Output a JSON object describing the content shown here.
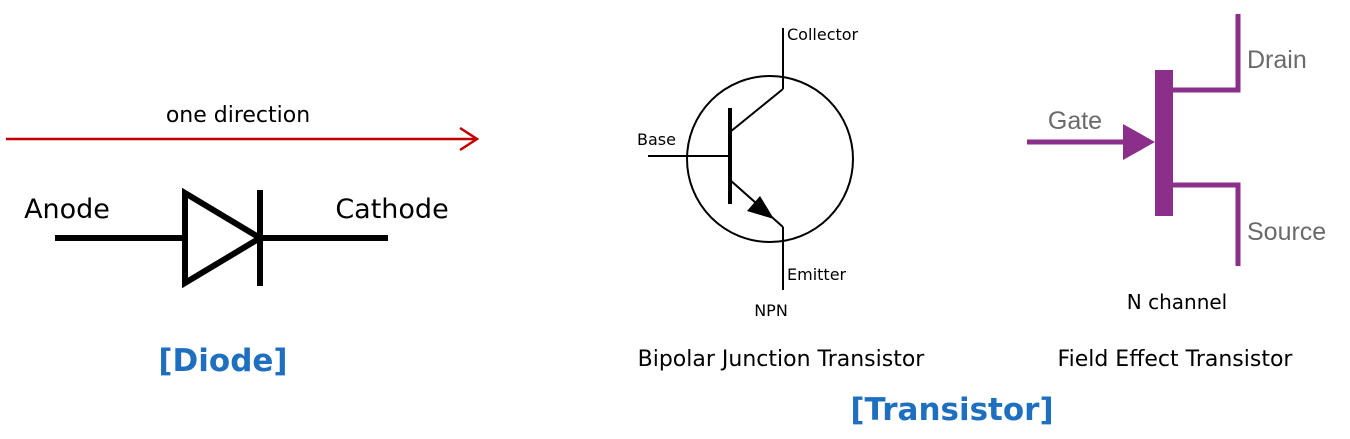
{
  "colors": {
    "arrow": "#c00000",
    "heading": "#1f6fc0",
    "fet": "#8b2f8b",
    "fet_text": "#6a6a6a",
    "line": "#000000"
  },
  "diode": {
    "direction_label": "one direction",
    "anode_label": "Anode",
    "cathode_label": "Cathode",
    "heading": "[Diode]"
  },
  "bjt": {
    "collector_label": "Collector",
    "base_label": "Base",
    "emitter_label": "Emitter",
    "type_label": "NPN",
    "caption": "Bipolar Junction Transistor"
  },
  "fet": {
    "gate_label": "Gate",
    "drain_label": "Drain",
    "source_label": "Source",
    "type_label": "N channel",
    "caption": "Field Effect Transistor"
  },
  "transistor_heading": "[Transistor]"
}
